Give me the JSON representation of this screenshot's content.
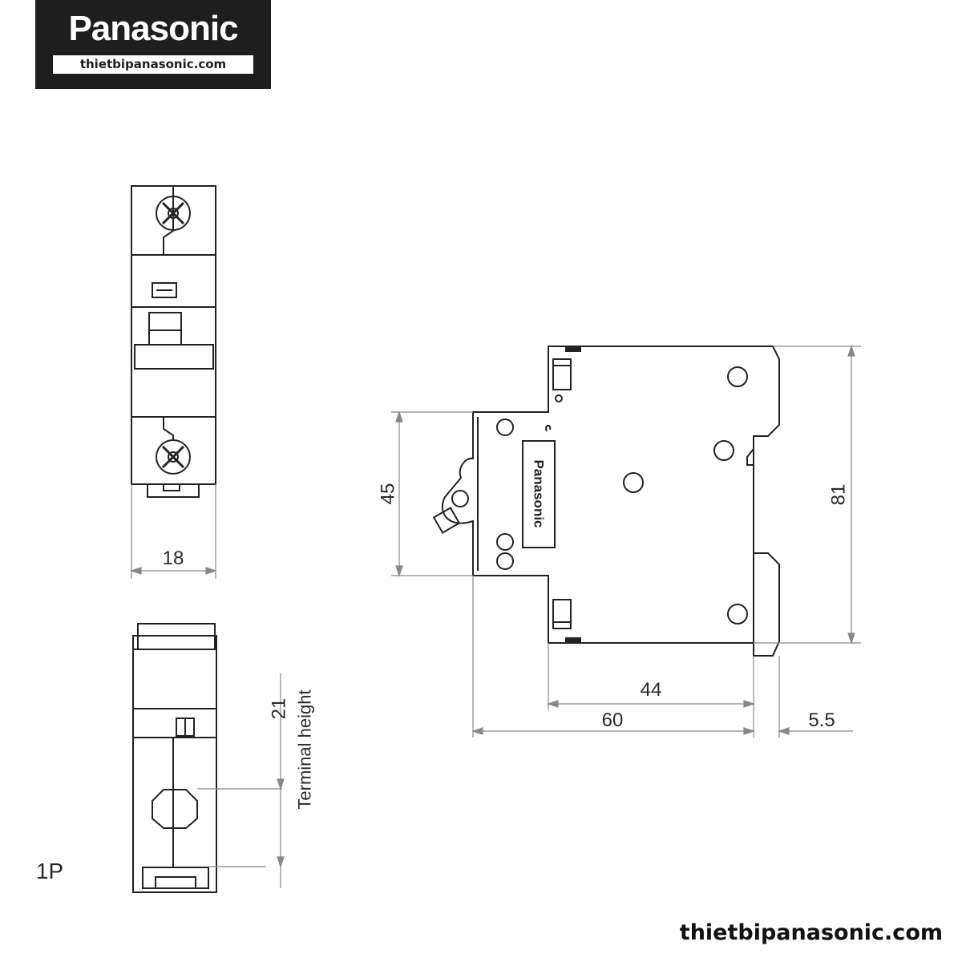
{
  "logo": {
    "brand": "Panasonic",
    "website": "thietbipanasonic.com"
  },
  "footer": {
    "website": "thietbipanasonic.com"
  },
  "front_view": {
    "width_label": "18"
  },
  "bottom_view": {
    "terminal_dim": "21",
    "terminal_label": "Terminal height",
    "pole_label": "1P"
  },
  "side_view": {
    "brand_label": "Panasonic",
    "dim_45": "45",
    "dim_81": "81",
    "dim_44": "44",
    "dim_60": "60",
    "dim_5_5": "5.5"
  },
  "colors": {
    "logo_bg": "#1e1e1e",
    "line": "#222222",
    "dim_line": "#888888"
  }
}
